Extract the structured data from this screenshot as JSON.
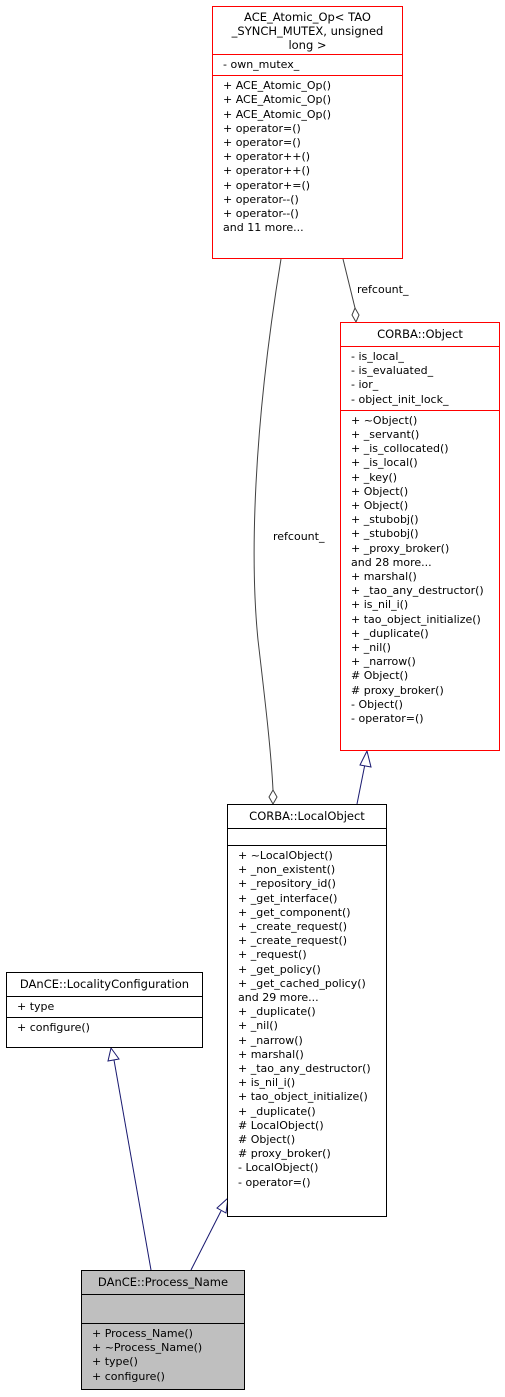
{
  "classes": {
    "ace_atomic_op": {
      "name": "ACE_Atomic_Op< TAO _SYNCH_MUTEX, unsigned long >",
      "title_lines": [
        "ACE_Atomic_Op< TAO",
        "_SYNCH_MUTEX, unsigned",
        "long >"
      ],
      "attributes": [
        "- own_mutex_"
      ],
      "operations": [
        "+ ACE_Atomic_Op()",
        "+ ACE_Atomic_Op()",
        "+ ACE_Atomic_Op()",
        "+ operator=()",
        "+ operator=()",
        "+ operator++()",
        "+ operator++()",
        "+ operator+=()",
        "+ operator--()",
        "+ operator--()",
        "and 11 more..."
      ]
    },
    "corba_object": {
      "name": "CORBA::Object",
      "attributes": [
        "- is_local_",
        "- is_evaluated_",
        "- ior_",
        "- object_init_lock_"
      ],
      "operations": [
        "+ ~Object()",
        "+ _servant()",
        "+ _is_collocated()",
        "+ _is_local()",
        "+ _key()",
        "+ Object()",
        "+ Object()",
        "+ _stubobj()",
        "+ _stubobj()",
        "+ _proxy_broker()",
        "and 28 more...",
        "+ marshal()",
        "+ _tao_any_destructor()",
        "+ is_nil_i()",
        "+ tao_object_initialize()",
        "+ _duplicate()",
        "+ _nil()",
        "+ _narrow()",
        "# Object()",
        "# proxy_broker()",
        "- Object()",
        "- operator=()"
      ]
    },
    "corba_localobject": {
      "name": "CORBA::LocalObject",
      "attributes": [],
      "operations": [
        "+ ~LocalObject()",
        "+ _non_existent()",
        "+ _repository_id()",
        "+ _get_interface()",
        "+ _get_component()",
        "+ _create_request()",
        "+ _create_request()",
        "+ _request()",
        "+ _get_policy()",
        "+ _get_cached_policy()",
        "and 29 more...",
        "+ _duplicate()",
        "+ _nil()",
        "+ _narrow()",
        "+ marshal()",
        "+ _tao_any_destructor()",
        "+ is_nil_i()",
        "+ tao_object_initialize()",
        "+ _duplicate()",
        "# LocalObject()",
        "# Object()",
        "# proxy_broker()",
        "- LocalObject()",
        "- operator=()"
      ]
    },
    "locality_configuration": {
      "name": "DAnCE::LocalityConfiguration",
      "attributes": [
        "+ type"
      ],
      "operations": [
        "+ configure()"
      ]
    },
    "process_name": {
      "name": "DAnCE::Process_Name",
      "attributes": [],
      "operations": [
        "+ Process_Name()",
        "+ ~Process_Name()",
        "+ type()",
        "+ configure()"
      ]
    }
  },
  "edge_labels": {
    "refcount_right": "refcount_",
    "refcount_left": "refcount_"
  },
  "colors": {
    "class_border_default": "#000000",
    "class_border_highlight": "#ff0000",
    "focus_fill": "#bfbfbf",
    "inheritance_edge": "#191970",
    "usage_edge": "#404040"
  }
}
